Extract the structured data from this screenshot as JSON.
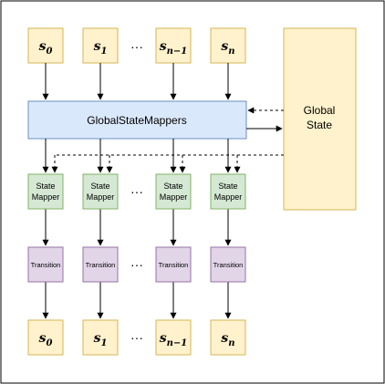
{
  "diagram": {
    "inputs": [
      {
        "base": "s",
        "sub": "0"
      },
      {
        "base": "s",
        "sub": "1"
      },
      {
        "base": "s",
        "sub": "n−1"
      },
      {
        "base": "s",
        "sub": "n"
      }
    ],
    "outputs": [
      {
        "base": "s",
        "sub": "0"
      },
      {
        "base": "s",
        "sub": "1"
      },
      {
        "base": "s",
        "sub": "n−1"
      },
      {
        "base": "s",
        "sub": "n"
      }
    ],
    "ellipsis": "···",
    "mappers_label": "GlobalStateMappers",
    "global_state": {
      "line1": "Global",
      "line2": "State"
    },
    "state_mapper": {
      "line1": "State",
      "line2": "Mapper"
    },
    "transition_label": "Transition",
    "colors": {
      "state_fill": "#fff2cc",
      "state_stroke": "#d6b656",
      "mappers_fill": "#dae8fc",
      "mappers_stroke": "#6c8ebf",
      "mapper_fill": "#d5e8d4",
      "mapper_stroke": "#82b366",
      "transition_fill": "#e1d5e7",
      "transition_stroke": "#9673a6",
      "frame": "#000000"
    }
  }
}
